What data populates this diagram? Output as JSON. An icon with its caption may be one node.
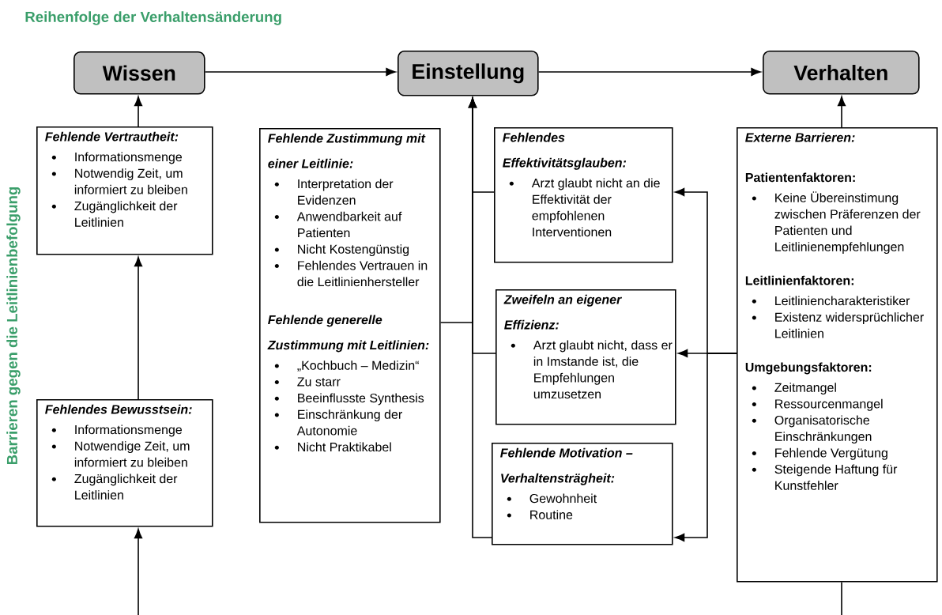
{
  "diagram": {
    "title": "Reihenfolge der Verhaltensänderung",
    "nodes": [
      {
        "text": [
          "Wissen"
        ]
      },
      {
        "text": [
          "Einstellung"
        ]
      },
      {
        "text": [
          "Verhalten"
        ]
      },
      {
        "text": [
          "Fehlende Vertrautheit:",
          "Informationsmenge",
          "Notwendig Zeit, um informiert zu bleiben",
          "Zugänglichkeit der Leitlinien"
        ]
      },
      {
        "text": [
          "Fehlende Zustimmung mit einer Leitlinie:",
          "Interpretation der Evidenzen",
          "Anwendbarkeit auf Patienten",
          "Nicht Kostengünstig",
          "Fehlendes Vertrauen in die Leitlinienhersteller",
          "Fehlende generelle Zustimmung mit Leitlinien:",
          "„Kochbuch – Medizin“",
          "Zu starr",
          "Beeinflusste Synthesis",
          "Einschränkung der Autonomie",
          "Nicht Praktikabel"
        ]
      },
      {
        "text": [
          "Fehlendes Effektivitätsglauben:",
          "Arzt glaubt nicht an die Effektivität der empfohlenen Interventionen"
        ]
      },
      {
        "text": [
          "Zweifeln an eigener Effizienz:",
          "Arzt glaubt nicht, dass er in Imstande ist, die Empfehlungen umzusetzen"
        ]
      },
      {
        "text": [
          "Fehlende Motivation – Verhaltensträgheit:",
          "Gewohnheit",
          "Routine"
        ]
      },
      {
        "text": [
          "Externe Barrieren:",
          "Patientenfaktoren:",
          "Keine Übereinstimung zwischen Präferenzen der Patienten und Leitlinienempfehlungen",
          "Leitlinienfaktoren:",
          "Leitliniencharakteristiker",
          "Existenz widersprüchlicher Leitlinien",
          "Umgebungsfaktoren:",
          "Zeitmangel",
          "Ressourcenmangel",
          "Organisatorische Einschränkungen",
          "Fehlende Vergütung",
          "Steigende Haftung für Kunstfehler"
        ]
      },
      {
        "text": [
          "Fehlendes Bewusstsein:",
          "Informationsmenge",
          "Notwendige Zeit, um informiert zu bleiben",
          "Zugänglichkeit der Leitlinien"
        ]
      }
    ],
    "edges": [
      {
        "from": 0,
        "to": 1,
        "arrow": "to"
      },
      {
        "from": 1,
        "to": 2,
        "arrow": "to"
      },
      {
        "from": 3,
        "to": 0,
        "arrow": "to"
      },
      {
        "from": 9,
        "to": 3,
        "arrow": "to"
      },
      {
        "from": null,
        "to": 9,
        "arrow": "to"
      },
      {
        "from": 4,
        "to": 1,
        "arrow": "to"
      },
      {
        "from": 5,
        "to": 1,
        "arrow": "to"
      },
      {
        "from": 6,
        "to": 1,
        "arrow": "to"
      },
      {
        "from": 7,
        "to": 1,
        "arrow": "to"
      },
      {
        "from": 8,
        "to": 2,
        "arrow": "to"
      },
      {
        "from": null,
        "to": 8,
        "arrow": "none"
      },
      {
        "from": 8,
        "to": 5,
        "arrow": "to"
      },
      {
        "from": 8,
        "to": 6,
        "arrow": "to"
      },
      {
        "from": 8,
        "to": 7,
        "arrow": "to"
      }
    ],
    "labels": [
      "Barrieren gegen die Leitlinienbefolgung"
    ]
  }
}
